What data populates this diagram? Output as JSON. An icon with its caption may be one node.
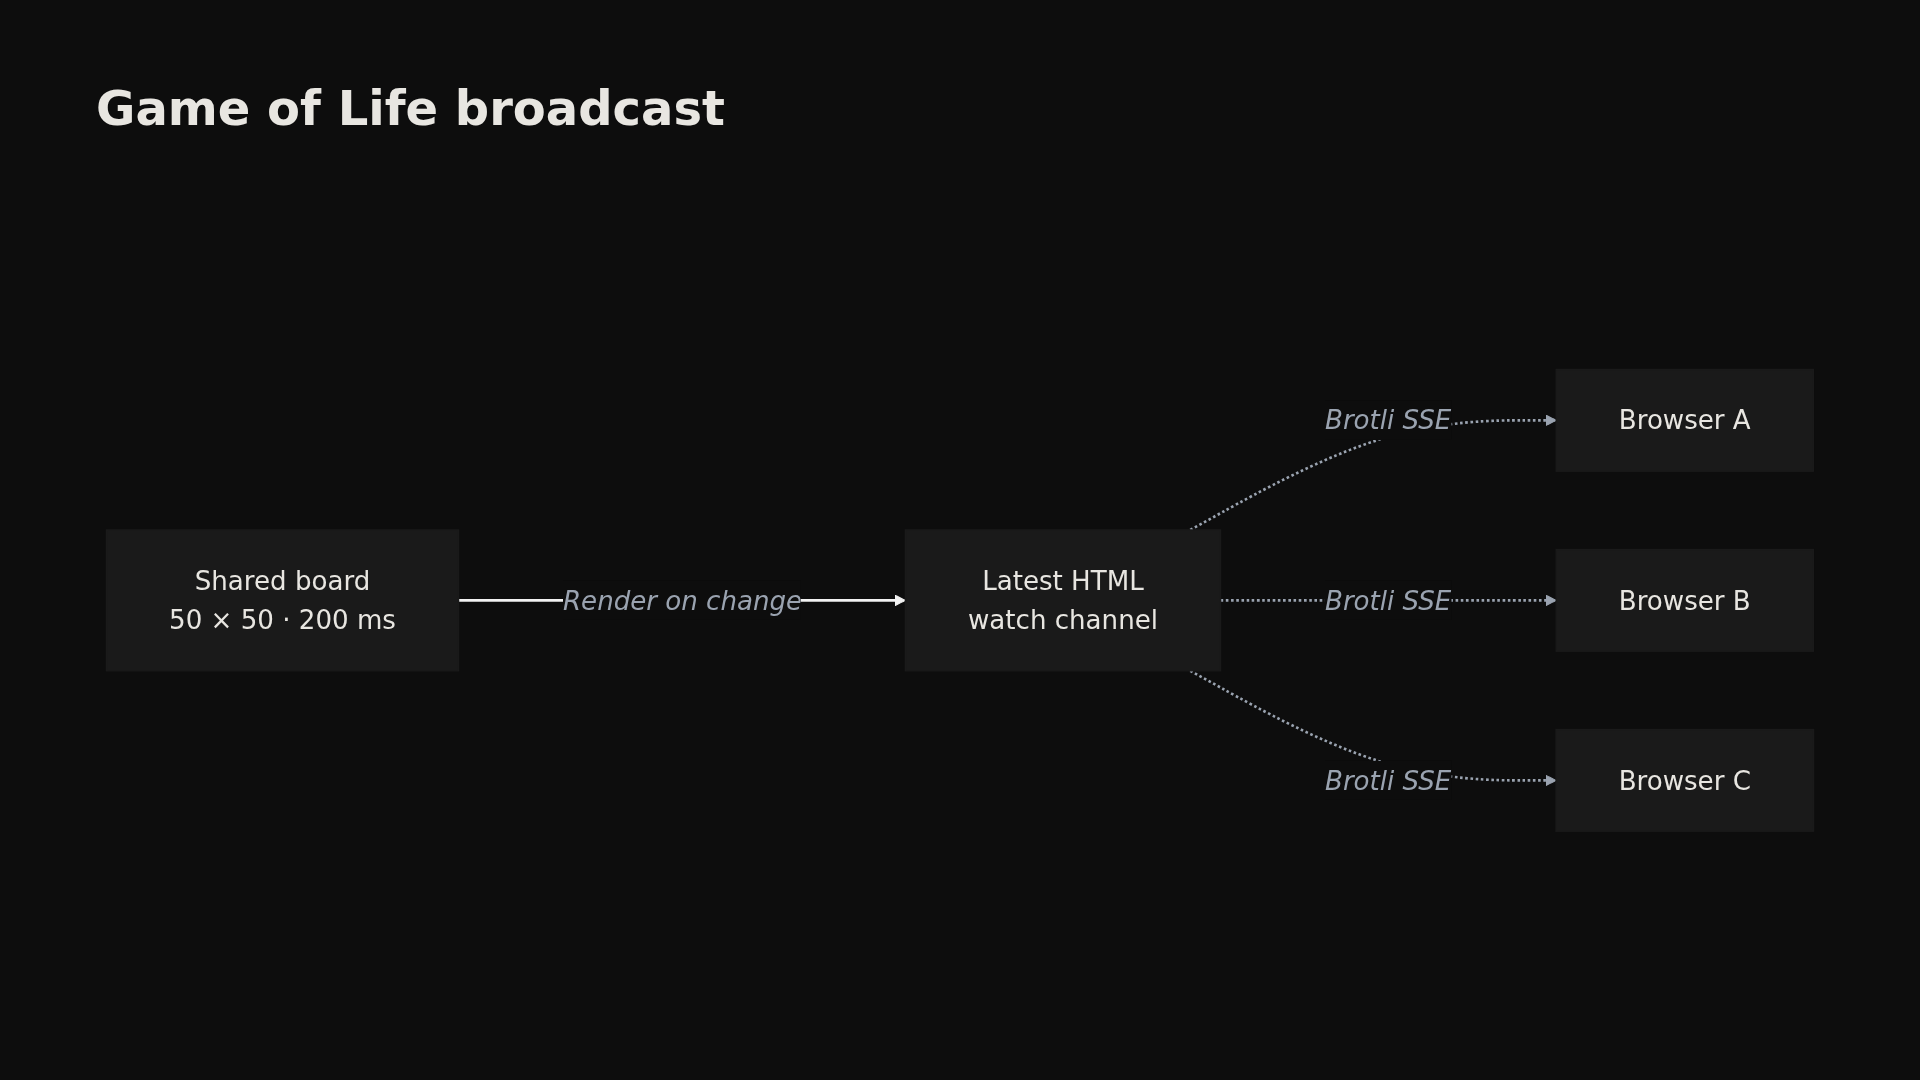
{
  "diagram": {
    "title": "Game of Life broadcast",
    "nodes": [
      {
        "text": [
          "Shared board",
          "50 × 50 · 200 ms"
        ]
      },
      {
        "text": [
          "Latest HTML",
          "watch channel"
        ]
      },
      {
        "text": [
          "Browser A"
        ]
      },
      {
        "text": [
          "Browser B"
        ]
      },
      {
        "text": [
          "Browser C"
        ]
      }
    ],
    "edges": [
      {
        "from": 0,
        "to": 1,
        "arrow": "to",
        "label": "Render on change",
        "color": "#f2f2f2"
      },
      {
        "from": 1,
        "to": 2,
        "arrow": "to",
        "label": "Brotli SSE",
        "style": "dashed"
      },
      {
        "from": 1,
        "to": 3,
        "arrow": "to",
        "label": "Brotli SSE",
        "style": "dashed"
      },
      {
        "from": 1,
        "to": 4,
        "arrow": "to",
        "label": "Brotli SSE",
        "style": "dashed"
      }
    ]
  }
}
